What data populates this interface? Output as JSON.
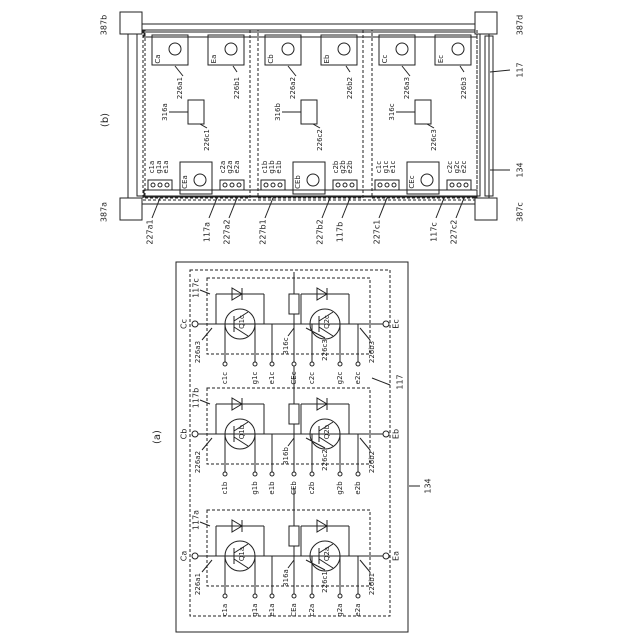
{
  "figure_b": {
    "label": "(b)",
    "corners": [
      "387b",
      "387d",
      "387a",
      "387c"
    ],
    "side_labels": [
      "117",
      "134"
    ],
    "panels": [
      {
        "c_main": "Ca",
        "e_main": "Ea",
        "ce_main": "CEa",
        "pad_a": "226a1",
        "pad_b": "226b1",
        "pad_c": "226c1",
        "resistor": "316a",
        "left_pins": [
          "c1a",
          "g1a",
          "e1a"
        ],
        "right_pins": [
          "c2a",
          "g2a",
          "e2a"
        ],
        "bottom": [
          "227a1",
          "117a",
          "227a2"
        ]
      },
      {
        "c_main": "Cb",
        "e_main": "Eb",
        "ce_main": "CEb",
        "pad_a": "226a2",
        "pad_b": "226b2",
        "pad_c": "226c2",
        "resistor": "316b",
        "left_pins": [
          "c1b",
          "g1b",
          "e1b"
        ],
        "right_pins": [
          "c2b",
          "g2b",
          "e2b"
        ],
        "bottom": [
          "227b1",
          "227b2",
          "117b"
        ]
      },
      {
        "c_main": "Cc",
        "e_main": "Ec",
        "ce_main": "CEc",
        "pad_a": "226a3",
        "pad_b": "226b3",
        "pad_c": "226c3",
        "resistor": "316c",
        "left_pins": [
          "c1c",
          "g1c",
          "e1c"
        ],
        "right_pins": [
          "c2c",
          "g2c",
          "e2c"
        ],
        "bottom": [
          "227c1",
          "117c",
          "227c2"
        ]
      }
    ]
  },
  "figure_a": {
    "label": "(a)",
    "frame_label": "134",
    "inner_label": "117",
    "units": [
      {
        "group": "117a",
        "c_term": "Ca",
        "e_term": "Ea",
        "left_pad": "226a1",
        "right_pad": "226b1",
        "mid_pad": "226c1",
        "q1": "Q1a",
        "q2": "Q2a",
        "resistor": "316a",
        "ce": "CEa",
        "pins": [
          "c1a",
          "g1a",
          "e1a",
          "CEa",
          "c2a",
          "g2a",
          "e2a"
        ]
      },
      {
        "group": "117b",
        "c_term": "Cb",
        "e_term": "Eb",
        "left_pad": "226a2",
        "right_pad": "226b2",
        "mid_pad": "226c2",
        "q1": "Q1b",
        "q2": "Q2b",
        "resistor": "316b",
        "ce": "CEb",
        "pins": [
          "c1b",
          "g1b",
          "e1b",
          "CEb",
          "c2b",
          "g2b",
          "e2b"
        ]
      },
      {
        "group": "117c",
        "c_term": "Cc",
        "e_term": "Ec",
        "left_pad": "226a3",
        "right_pad": "226b3",
        "mid_pad": "226c3",
        "q1": "Q1c",
        "q2": "Q2c",
        "resistor": "316c",
        "ce": "CEc",
        "pins": [
          "c1c",
          "g1c",
          "e1c",
          "CEc",
          "c2c",
          "g2c",
          "e2c"
        ]
      }
    ]
  }
}
